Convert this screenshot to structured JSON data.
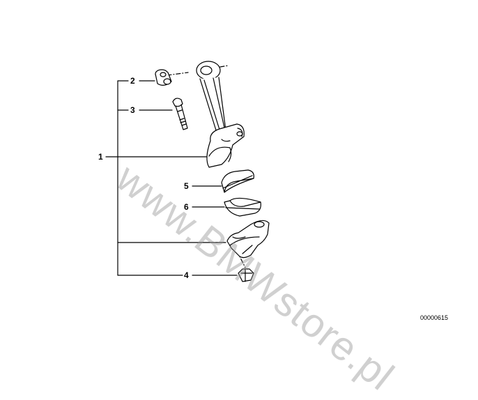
{
  "diagram": {
    "callouts": {
      "c1": "1",
      "c2": "2",
      "c3": "3",
      "c4": "4",
      "c5": "5",
      "c6": "6"
    },
    "watermark": "www.BMWstore.pl",
    "document_number": "00000615"
  },
  "colors": {
    "line": "#000000",
    "fill": "#ffffff",
    "watermark": "#969696"
  }
}
